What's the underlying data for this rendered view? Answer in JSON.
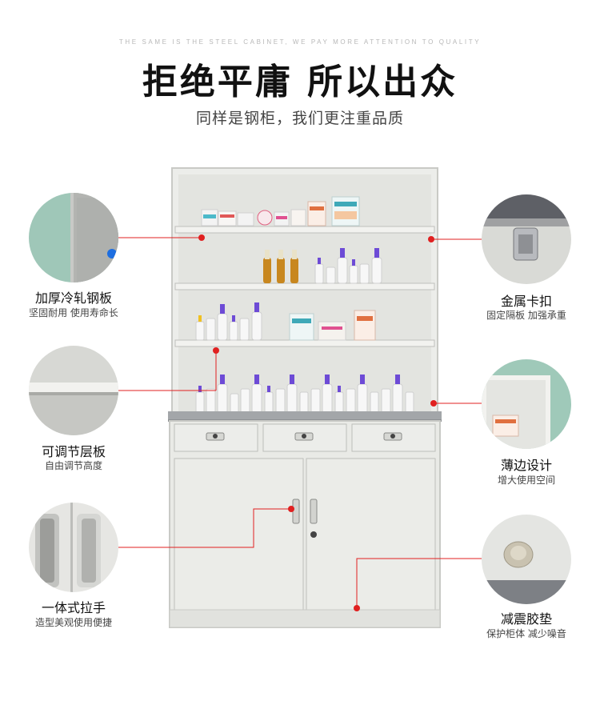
{
  "header": {
    "tagline": "THE SAME IS THE STEEL CABINET, WE PAY MORE ATTENTION TO QUALITY",
    "title": "拒绝平庸 所以出众",
    "subtitle": "同样是钢柜，我们更注重品质"
  },
  "features": {
    "thick_steel": {
      "title": "加厚冷轧钢板",
      "desc": "坚固耐用 使用寿命长"
    },
    "adjustable_shelf": {
      "title": "可调节层板",
      "desc": "自由调节高度"
    },
    "integrated_handle": {
      "title": "一体式拉手",
      "desc": "造型美观使用便捷"
    },
    "metal_clip": {
      "title": "金属卡扣",
      "desc": "固定隔板 加强承重"
    },
    "thin_edge": {
      "title": "薄边设计",
      "desc": "增大使用空间"
    },
    "rubber_pad": {
      "title": "减震胶垫",
      "desc": "保护柜体 减少噪音"
    }
  },
  "colors": {
    "callout": "#e02020",
    "cabinet": "#e7e8e4",
    "cabinet_shadow": "#cfd0cc",
    "worktop": "#9fa3a6",
    "bottle_cap": "#6d4bd6"
  }
}
